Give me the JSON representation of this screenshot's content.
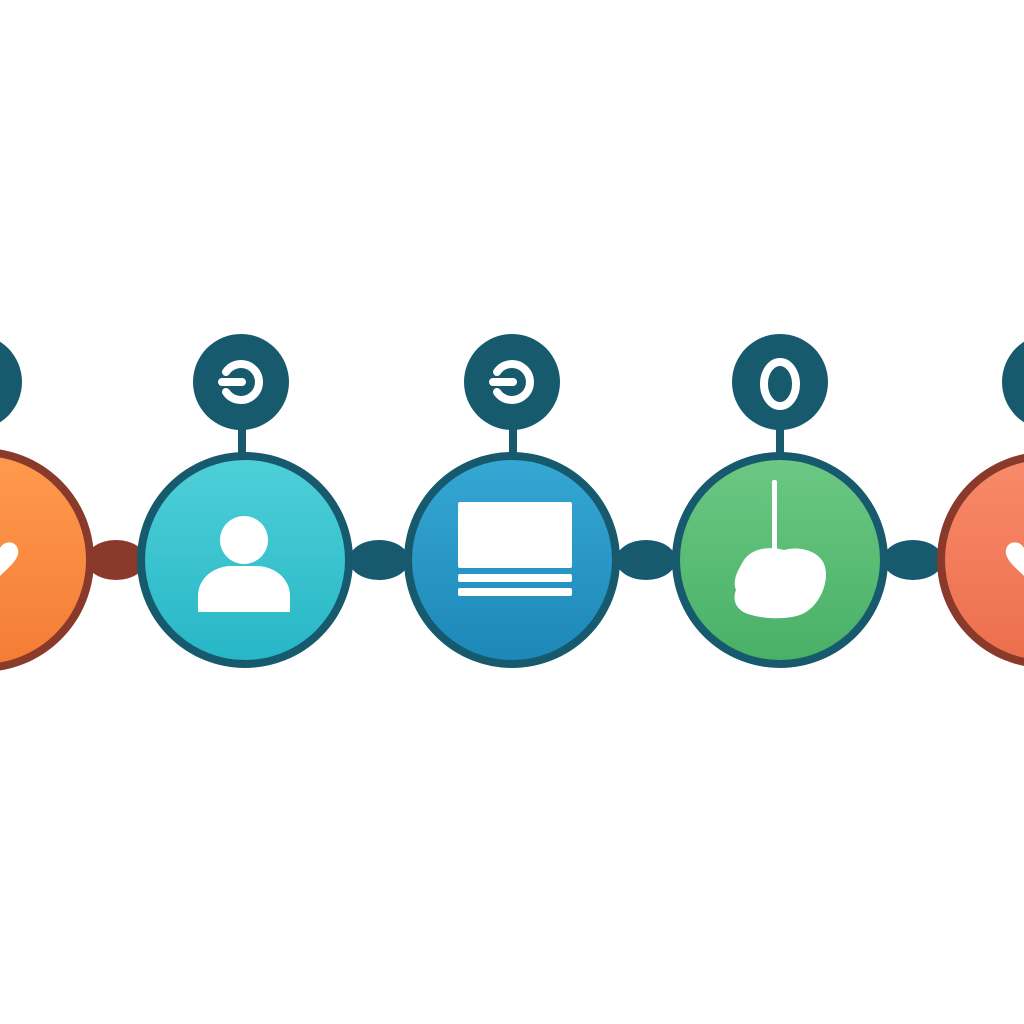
{
  "diagram": {
    "title": "",
    "steps": [
      {
        "name": "step-1-partial",
        "marker": "",
        "icon": "heart-icon",
        "color_top": "#ff9a4d",
        "color_bottom": "#f47c34",
        "ring": "#8a3a2a"
      },
      {
        "name": "step-2",
        "marker": "",
        "icon": "user-icon",
        "color_top": "#4fd0d8",
        "color_bottom": "#26b6c6",
        "ring": "#175a6e"
      },
      {
        "name": "step-3",
        "marker": "",
        "icon": "monitor-icon",
        "color_top": "#36a8d4",
        "color_bottom": "#1c87b8",
        "ring": "#175a6e"
      },
      {
        "name": "step-4",
        "marker": "",
        "icon": "cursor-hand-icon",
        "color_top": "#6cc884",
        "color_bottom": "#48b066",
        "ring": "#175a6e"
      },
      {
        "name": "step-5-partial",
        "marker": "",
        "icon": "heart-icon",
        "color_top": "#f88a6a",
        "color_bottom": "#ec6e4c",
        "ring": "#8a3a2a"
      }
    ],
    "colors": {
      "marker": "#175a6e",
      "connector_warm": "#8a3a2a",
      "connector_cool": "#175a6e",
      "icon_fill": "#ffffff"
    }
  }
}
